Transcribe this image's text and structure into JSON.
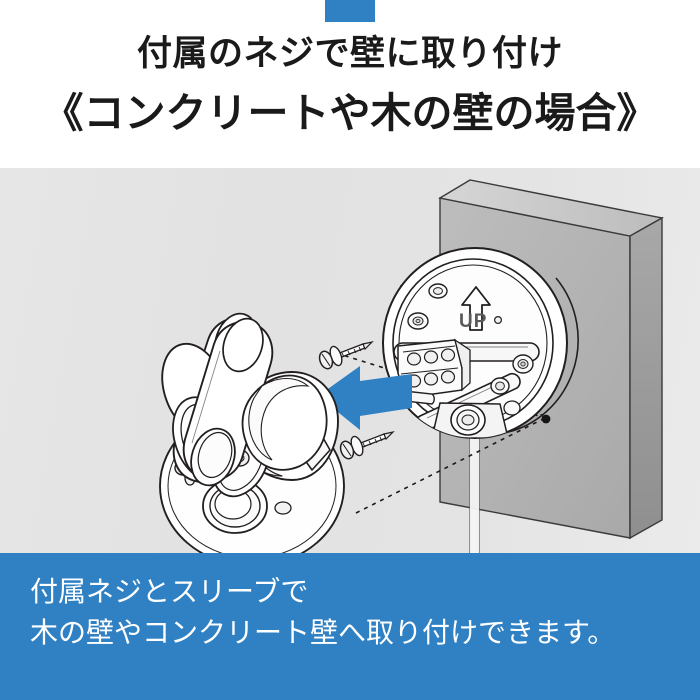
{
  "header": {
    "tab_color": "#2f81c4",
    "line1": "付属のネジで壁に取り付け",
    "line2": "《コンクリートや木の壁の場合》"
  },
  "illustration": {
    "background_color": "#e4e4e4",
    "arrow_color": "#2f81c4",
    "line_color": "#231f20",
    "wall_face_color": "#b4b4b4",
    "wall_top_color": "#cfcfcf",
    "wall_side_color": "#9a9a9a",
    "up_label": "UP",
    "parts": {
      "camera": "dual-head-security-camera",
      "mount_plate": "round-wall-mount-plate",
      "wall": "concrete-or-wood-wall-slab",
      "screws": "mounting-screws-with-sleeves",
      "arrow": "assembly-direction-arrow",
      "cable": "power-cable"
    }
  },
  "footer": {
    "background_color": "#2f81c4",
    "line1": "付属ネジとスリーブで",
    "line2": "木の壁やコンクリート壁へ取り付けできます。"
  }
}
